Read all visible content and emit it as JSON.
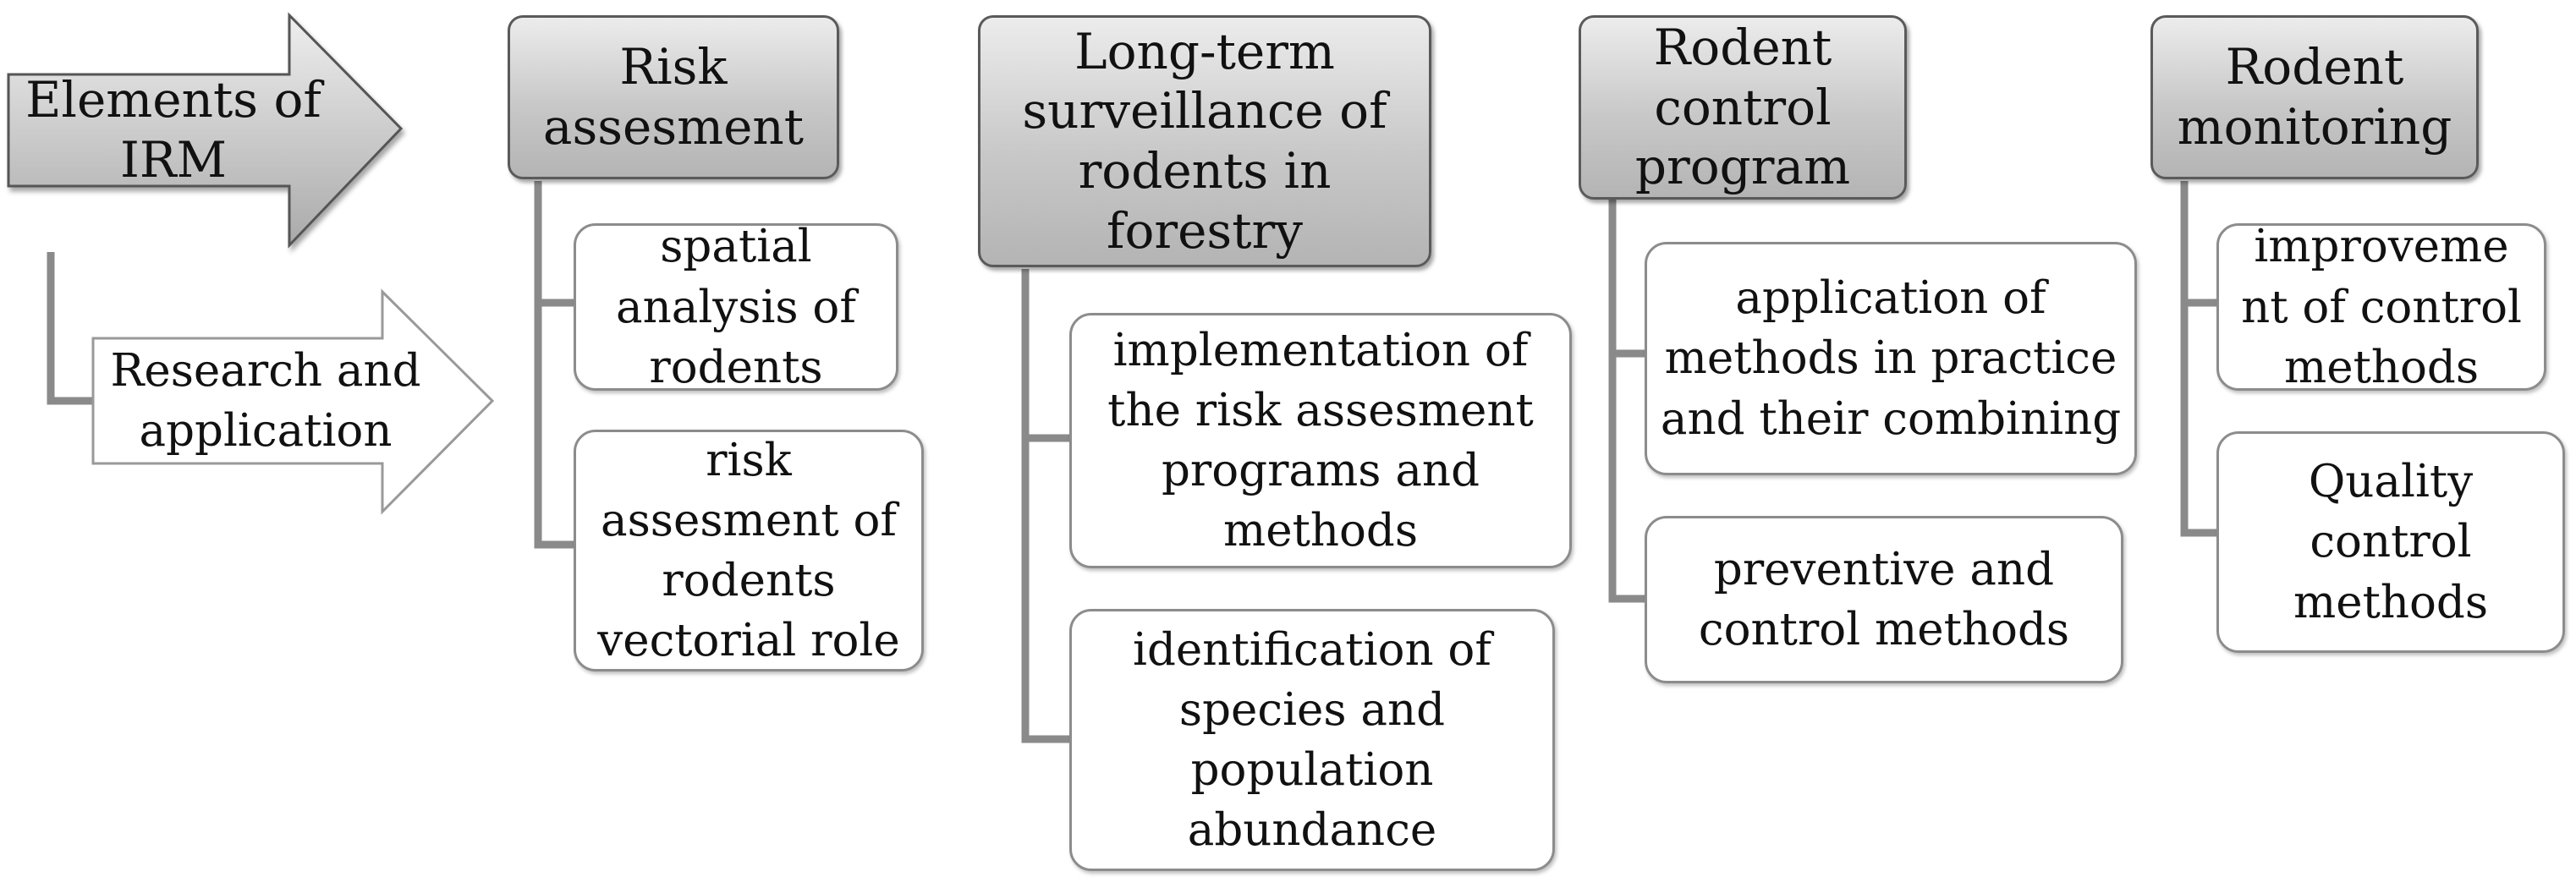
{
  "colors": {
    "head_fill_top": "#ececec",
    "head_fill_bottom": "#b4b4b4",
    "head_border": "#5a5a5a",
    "child_border": "#8c8c8c",
    "connector": "#8a8a8a"
  },
  "arrows": {
    "elements": "Elements of IRM",
    "research": "Research and application"
  },
  "columns": [
    {
      "title": "Risk assesment",
      "children": [
        "spatial analysis of rodents",
        "risk assesment of rodents vectorial role"
      ]
    },
    {
      "title": "Long-term surveillance of rodents in forestry",
      "children": [
        "implementation of the risk assesment programs and methods",
        "identification of species and population abundance"
      ]
    },
    {
      "title": "Rodent control program",
      "children": [
        "application of methods in practice and their combining",
        "preventive and control methods"
      ]
    },
    {
      "title": "Rodent monitoring",
      "children": [
        "improveme nt of control methods",
        "Quality control methods"
      ]
    }
  ]
}
